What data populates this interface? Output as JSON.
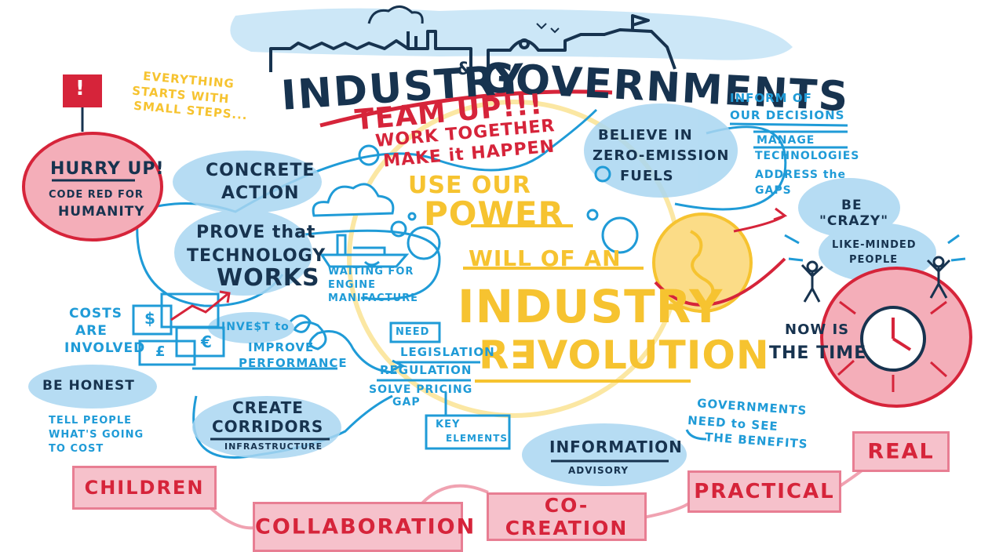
{
  "title": {
    "line1_a": "INDUSTRY",
    "amp": "&",
    "line1_b": "GOVERNMENTS"
  },
  "team_up": {
    "headline": "TEAM UP!!!",
    "line2": "WORK TOGETHER",
    "line3": "MAKE it HAPPEN"
  },
  "center": {
    "use_our": "USE OUR",
    "power": "POWER",
    "will_of_an": "WILL OF AN",
    "industry": "INDUSTRY",
    "revolution": "R∃VOLUTION"
  },
  "left": {
    "everything": [
      "EVERYTHING",
      "STARTS WITH",
      "SMALL STEPS..."
    ],
    "hurry_title": "HURRY UP!",
    "hurry_sub": [
      "CODE RED FOR",
      "HUMANITY"
    ],
    "concrete": [
      "CONCRETE",
      "ACTION"
    ],
    "prove": [
      "PROVE that",
      "TECHNOLOGY",
      "WORKS"
    ],
    "waiting": [
      "WAITING FOR",
      "ENGINE",
      "MANIFACTURE"
    ],
    "costs": [
      "COSTS",
      "ARE",
      "INVOLVED"
    ],
    "invest": "INVE$T to",
    "improve": [
      "IMPROVE",
      "PERFORMANCE"
    ],
    "be_honest": "BE HONEST",
    "tell_people": [
      "TELL PEOPLE",
      "WHAT'S GOING",
      "TO COST"
    ],
    "corridors_title": [
      "CREATE",
      "CORRIDORS"
    ],
    "corridors_sub": "INFRASTRUCTURE"
  },
  "middle": {
    "need": "NEED",
    "legislation": "LEGISLATION",
    "regulation": "REGULATION",
    "pricing": [
      "SOLVE PRICING",
      "GAP"
    ],
    "key": [
      "KEY",
      "ELEMENTS"
    ]
  },
  "right": {
    "inform": [
      "INFORM OF",
      "OUR DECISIONS"
    ],
    "believe": [
      "BELIEVE IN",
      "ZERO-EMISSION",
      "FUELS"
    ],
    "manage": [
      "MANAGE",
      "TECHNOLOGIES"
    ],
    "address": [
      "ADDRESS the",
      "GAPS"
    ],
    "be_crazy": [
      "BE",
      "\"CRAZY\""
    ],
    "like_minded": [
      "LIKE-MINDED",
      "PEOPLE"
    ],
    "now_is": "NOW IS",
    "the_time": "THE TIME",
    "governments": [
      "GOVERNMENTS",
      "NEED to SEE",
      "THE BENEFITS"
    ],
    "information": "INFORMATION",
    "advisory": "ADVISORY"
  },
  "bottom_chips": {
    "children": "CHILDREN",
    "collaboration": "COLLABORATION",
    "co_creation": "CO-CREATION",
    "practical": "PRACTICAL",
    "real": "REAL"
  },
  "symbols": {
    "flag_mark": "!",
    "dollar": "$",
    "euro": "€",
    "pound": "£"
  },
  "icons": [
    "alert-flag-icon",
    "cloud-icon",
    "ship-icon",
    "globe-icon",
    "clock-icon",
    "currency-notes-icon",
    "growth-arrow-icon",
    "factory-skyline-icon",
    "government-building-icon",
    "person-cheering-icon"
  ],
  "colors": {
    "navy": "#17334f",
    "blue": "#1f9bd7",
    "light_blue": "#a9d6f1",
    "red": "#d6243a",
    "pink": "#f6c1cb",
    "yellow": "#f6c330"
  }
}
